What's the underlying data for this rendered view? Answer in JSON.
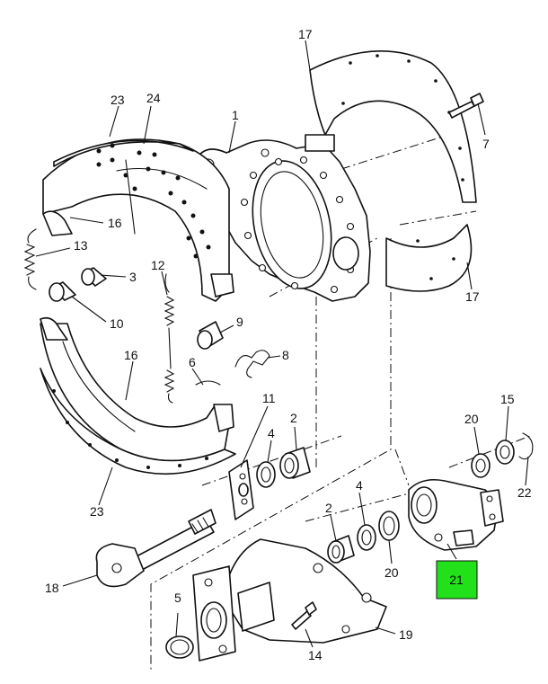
{
  "highlight_color": "#22e01a",
  "callouts": [
    {
      "id": "c23a",
      "text": "23"
    },
    {
      "id": "c24",
      "text": "24"
    },
    {
      "id": "c1",
      "text": "1"
    },
    {
      "id": "c17a",
      "text": "17"
    },
    {
      "id": "c7",
      "text": "7"
    },
    {
      "id": "c16a",
      "text": "16"
    },
    {
      "id": "c13",
      "text": "13"
    },
    {
      "id": "c3",
      "text": "3"
    },
    {
      "id": "c12",
      "text": "12"
    },
    {
      "id": "c10",
      "text": "10"
    },
    {
      "id": "c9",
      "text": "9"
    },
    {
      "id": "c8",
      "text": "8"
    },
    {
      "id": "c6",
      "text": "6"
    },
    {
      "id": "c16b",
      "text": "16"
    },
    {
      "id": "c17b",
      "text": "17"
    },
    {
      "id": "c11",
      "text": "11"
    },
    {
      "id": "c2a",
      "text": "2"
    },
    {
      "id": "c4a",
      "text": "4"
    },
    {
      "id": "c20a",
      "text": "20"
    },
    {
      "id": "c15",
      "text": "15"
    },
    {
      "id": "c22",
      "text": "22"
    },
    {
      "id": "c23b",
      "text": "23"
    },
    {
      "id": "c2b",
      "text": "2"
    },
    {
      "id": "c4b",
      "text": "4"
    },
    {
      "id": "c20b",
      "text": "20"
    },
    {
      "id": "c18",
      "text": "18"
    },
    {
      "id": "c5",
      "text": "5"
    },
    {
      "id": "c14",
      "text": "14"
    },
    {
      "id": "c19",
      "text": "19"
    }
  ],
  "highlighted_part": {
    "text": "21"
  }
}
